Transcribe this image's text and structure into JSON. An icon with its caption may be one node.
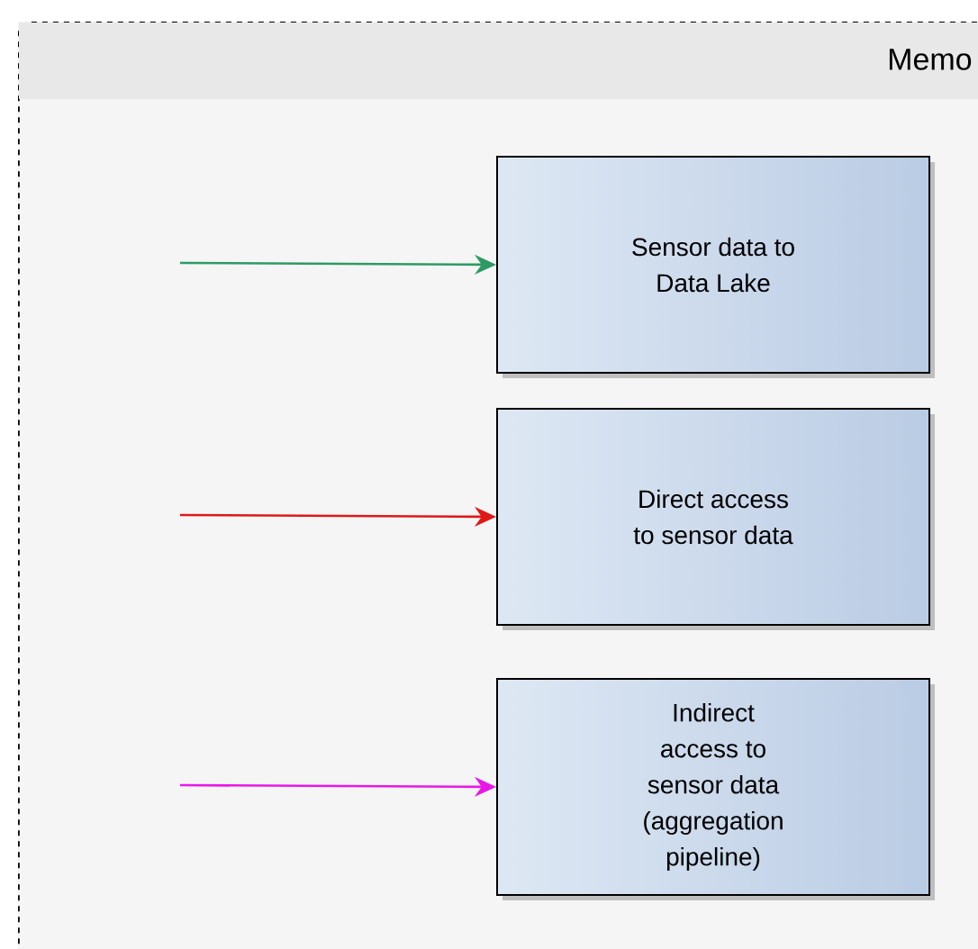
{
  "diagram": {
    "nodes": [
      {
        "text": [
          "Memo"
        ]
      },
      {
        "text": [
          "Sensor data to Data Lake"
        ],
        "in": 0
      },
      {
        "text": [
          "Direct access to sensor data"
        ],
        "in": 0
      },
      {
        "text": [
          "Indirect access to sensor data (aggregation pipeline)"
        ],
        "in": 0
      }
    ],
    "edges": [
      {
        "from": null,
        "to": 1,
        "arrow": "to",
        "color": "#2e9a64"
      },
      {
        "from": null,
        "to": 2,
        "arrow": "to",
        "color": "#e01818"
      },
      {
        "from": null,
        "to": 3,
        "arrow": "to",
        "color": "#e818e8"
      }
    ]
  }
}
